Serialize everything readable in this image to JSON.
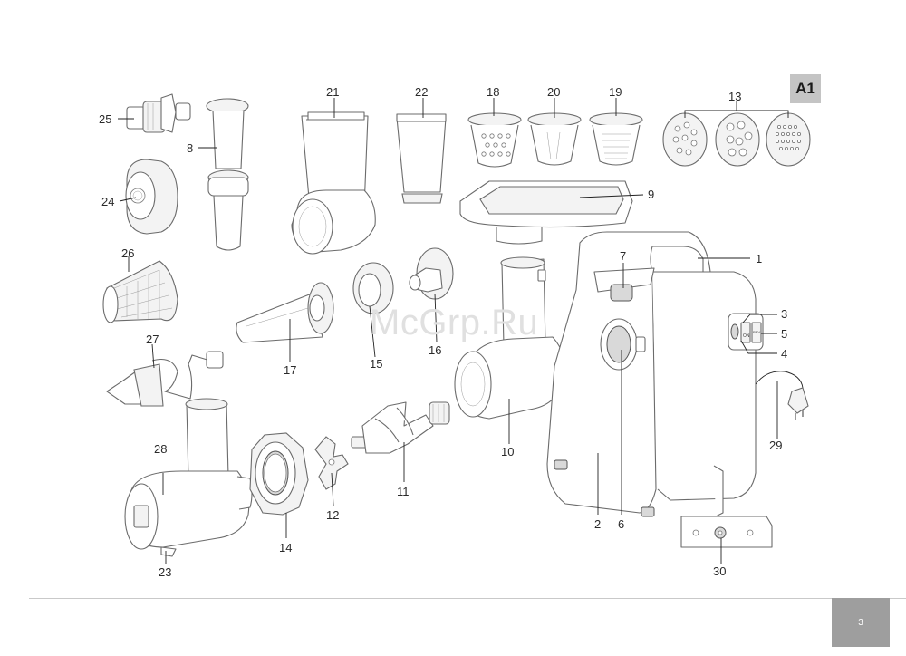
{
  "section_label": "A1",
  "page_number": "3",
  "watermark": "McGrp.Ru",
  "callouts": {
    "c1": "1",
    "c2": "2",
    "c3": "3",
    "c4": "4",
    "c5": "5",
    "c6": "6",
    "c7": "7",
    "c8": "8",
    "c9": "9",
    "c10": "10",
    "c11": "11",
    "c12": "12",
    "c13": "13",
    "c14": "14",
    "c15": "15",
    "c16": "16",
    "c17": "17",
    "c18": "18",
    "c19": "19",
    "c20": "20",
    "c21": "21",
    "c22": "22",
    "c23": "23",
    "c24": "24",
    "c25": "25",
    "c26": "26",
    "c27": "27",
    "c28": "28",
    "c29": "29",
    "c30": "30"
  },
  "device_labels": {
    "panel_on": "ON",
    "panel_rev": "REV"
  }
}
